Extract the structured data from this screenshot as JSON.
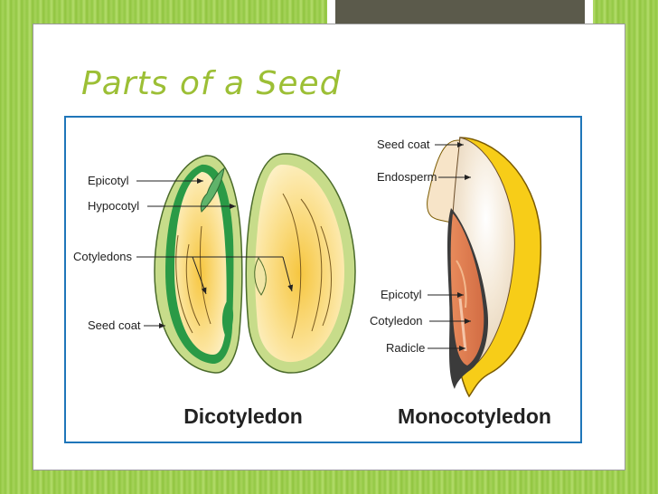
{
  "slide": {
    "title": "Parts of a Seed"
  },
  "dicot": {
    "caption": "Dicotyledon",
    "labels": {
      "epicotyl": "Epicotyl",
      "hypocotyl": "Hypocotyl",
      "cotyledons": "Cotyledons",
      "seed_coat": "Seed coat"
    }
  },
  "monocot": {
    "caption": "Monocotyledon",
    "labels": {
      "seed_coat": "Seed coat",
      "endosperm": "Endosperm",
      "epicotyl": "Epicotyl",
      "cotyledon": "Cotyledon",
      "radicle": "Radicle"
    }
  },
  "colors": {
    "title": "#9cbf35",
    "diagram_border": "#1f76b9",
    "seed_coat_green": "#c7dc8a",
    "embryo_green": "#2a9a46",
    "cotyledon_yellow": "#f6c640",
    "monocot_coat_yellow": "#f7cd18",
    "endosperm": "#f2e2cc",
    "monocot_cotyledon": "#d9835a"
  }
}
